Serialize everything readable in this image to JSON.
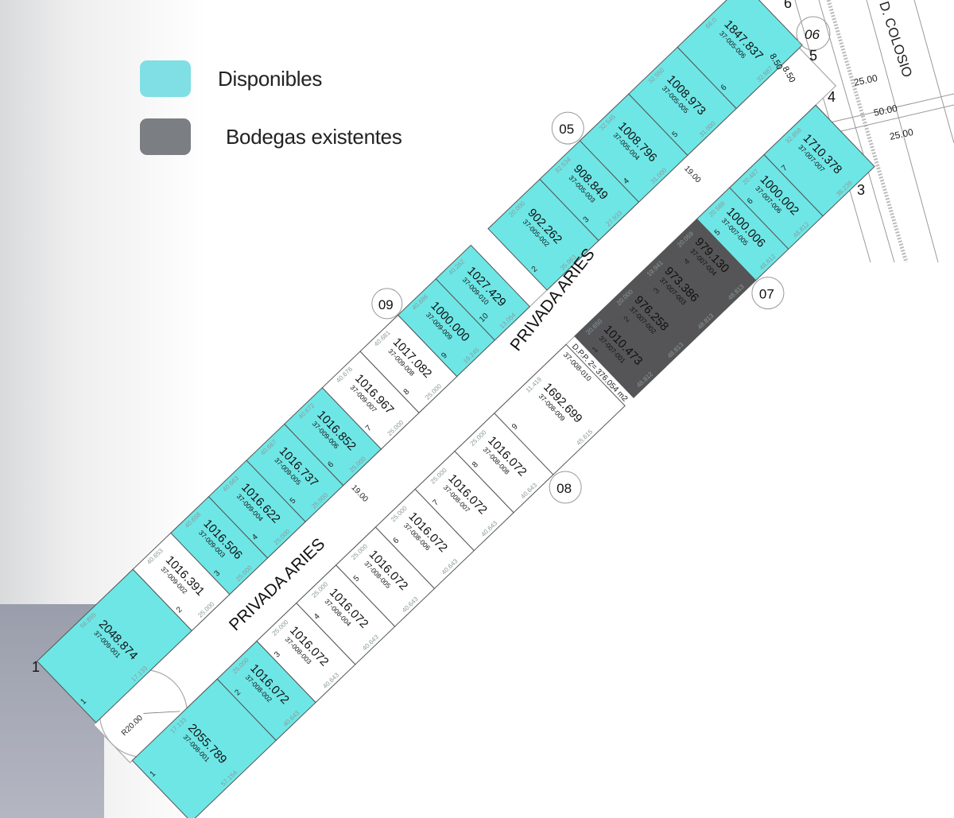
{
  "legend": [
    {
      "label": "Disponibles",
      "color": "#7fdfe4"
    },
    {
      "label": "Bodegas existentes",
      "color": "#7b7e82"
    }
  ],
  "colors": {
    "available": "#6ee6e6",
    "existing": "#555557",
    "other": "#ffffff"
  },
  "streets": {
    "main": "PRIVADA ARIES",
    "width": "19.00",
    "radius": "R20.00",
    "avenue": "D. COLOSIO",
    "avenue_dims": [
      "25.00",
      "50.00",
      "25.00"
    ],
    "setback": [
      "8.50",
      "8.50"
    ]
  },
  "blocks": [
    "09",
    "05",
    "06",
    "07",
    "08"
  ],
  "vertices": [
    "1",
    "3",
    "4",
    "5",
    "6"
  ],
  "dpp": {
    "label": "D.P.P. 2= 376.054 m2",
    "code": "37-008-010"
  },
  "lots_left": [
    {
      "area": "2048.874",
      "code": "37-009-001",
      "num": "1",
      "status": "available",
      "front": "17.133",
      "depth": "56.855"
    },
    {
      "area": "1016.391",
      "code": "37-009-002",
      "num": "2",
      "status": "other",
      "front": "25.000",
      "depth": "40.653"
    },
    {
      "area": "1016.506",
      "code": "37-009-003",
      "num": "3",
      "status": "available",
      "front": "25.000",
      "depth": "40.658"
    },
    {
      "area": "1016.622",
      "code": "37-009-004",
      "num": "4",
      "status": "available",
      "front": "25.000",
      "depth": "40.663"
    },
    {
      "area": "1016.737",
      "code": "37-009-005",
      "num": "5",
      "status": "available",
      "front": "25.000",
      "depth": "40.667"
    },
    {
      "area": "1016.852",
      "code": "37-009-006",
      "num": "6",
      "status": "available",
      "front": "25.000",
      "depth": "40.672"
    },
    {
      "area": "1016.967",
      "code": "37-009-007",
      "num": "7",
      "status": "other",
      "front": "25.000",
      "depth": "40.676"
    },
    {
      "area": "1017.082",
      "code": "37-009-008",
      "num": "8",
      "status": "other",
      "front": "25.000",
      "depth": "40.681"
    },
    {
      "area": "1000.000",
      "code": "37-009-009",
      "num": "9",
      "status": "available",
      "front": "19.245",
      "depth": "40.686"
    },
    {
      "area": "1027.429",
      "code": "37-009-010",
      "num": "10",
      "status": "available",
      "front": "13.054",
      "depth": "40.262"
    },
    {
      "area": "902.262",
      "code": "37-005-002",
      "num": "2",
      "status": "available",
      "front": "35.963",
      "depth": "20.000"
    },
    {
      "area": "908.849",
      "code": "37-005-003",
      "num": "3",
      "status": "available",
      "front": "27.933",
      "depth": "32.534"
    },
    {
      "area": "1008.796",
      "code": "37-005-004",
      "num": "4",
      "status": "available",
      "front": "31.000",
      "depth": "32.545"
    },
    {
      "area": "1008.973",
      "code": "37-005-005",
      "num": "5",
      "status": "available",
      "front": "31.000",
      "depth": "32.550"
    },
    {
      "area": "1847.837",
      "code": "37-005-006",
      "num": "6",
      "status": "available",
      "front": "32.887",
      "depth": "66.0"
    }
  ],
  "lots_right": [
    {
      "area": "2055.789",
      "code": "37-008-001",
      "num": "1",
      "status": "available",
      "front": "17.133",
      "depth": "57.154"
    },
    {
      "area": "1016.072",
      "code": "37-008-002",
      "num": "2",
      "status": "available",
      "front": "25.000",
      "depth": "40.643"
    },
    {
      "area": "1016.072",
      "code": "37-008-003",
      "num": "3",
      "status": "other",
      "front": "25.000",
      "depth": "40.643"
    },
    {
      "area": "1016.072",
      "code": "37-008-004",
      "num": "4",
      "status": "other",
      "front": "25.000",
      "depth": "40.643"
    },
    {
      "area": "1016.072",
      "code": "37-008-005",
      "num": "5",
      "status": "other",
      "front": "25.000",
      "depth": "40.643"
    },
    {
      "area": "1016.072",
      "code": "37-008-006",
      "num": "6",
      "status": "other",
      "front": "25.000",
      "depth": "40.643"
    },
    {
      "area": "1016.072",
      "code": "37-008-007",
      "num": "7",
      "status": "other",
      "front": "25.000",
      "depth": "40.643"
    },
    {
      "area": "1016.072",
      "code": "37-008-008",
      "num": "8",
      "status": "other",
      "front": "25.000",
      "depth": "40.643"
    },
    {
      "area": "1692.699",
      "code": "37-008-009",
      "num": "9",
      "status": "other",
      "front": "11.419",
      "depth": "45.615"
    },
    {
      "area": "1010.473",
      "code": "37-007-001",
      "num": "1",
      "status": "existing",
      "front": "20.650",
      "depth": "48.812"
    },
    {
      "area": "976.258",
      "code": "37-007-002",
      "num": "2",
      "status": "existing",
      "front": "20.000",
      "depth": "48.813"
    },
    {
      "area": "973.386",
      "code": "37-007-003",
      "num": "3",
      "status": "existing",
      "front": "19.941",
      "depth": "48.813"
    },
    {
      "area": "979.130",
      "code": "37-007-004",
      "num": "4",
      "status": "existing",
      "front": "20.059",
      "depth": "48.813"
    },
    {
      "area": "1000.006",
      "code": "37-007-005",
      "num": "5",
      "status": "available",
      "front": "20.588",
      "depth": "48.812"
    },
    {
      "area": "1000.002",
      "code": "37-007-006",
      "num": "6",
      "status": "available",
      "front": "20.487",
      "depth": "48.812"
    },
    {
      "area": "1710.378",
      "code": "37-007-007",
      "num": "7",
      "status": "available",
      "front": "32.858",
      "depth": "36.239"
    }
  ]
}
